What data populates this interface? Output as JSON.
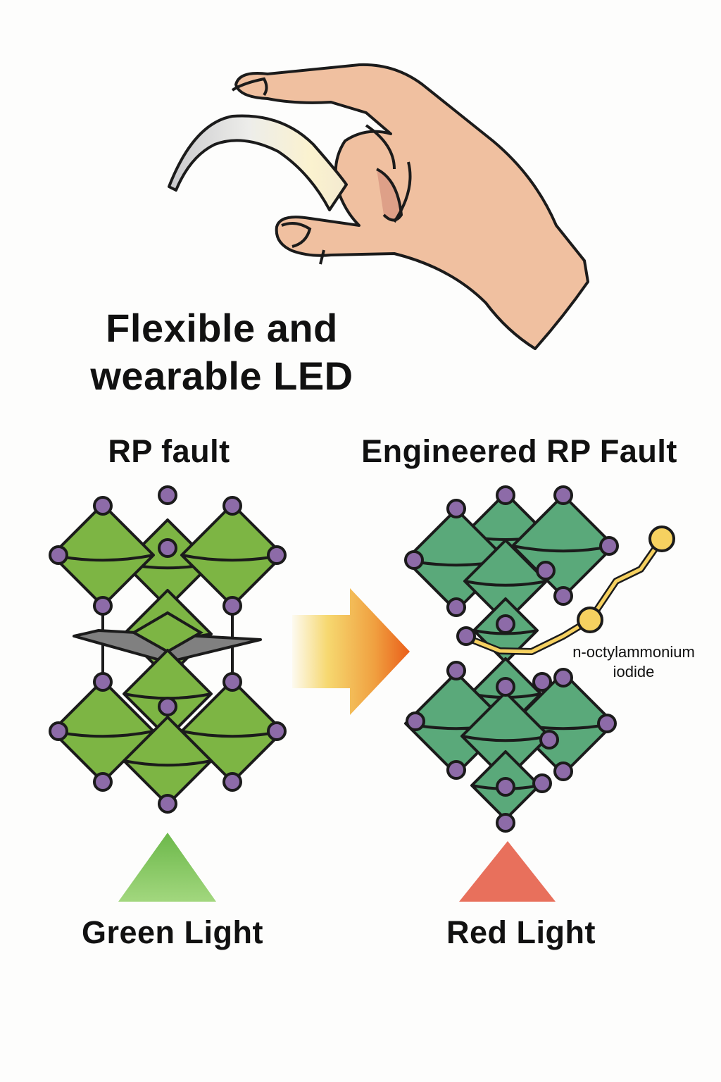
{
  "hero": {
    "title_line1": "Flexible and",
    "title_line2": "wearable LED",
    "illustration": "hand-holding-flexible-film"
  },
  "left_panel": {
    "title": "RP fault",
    "structure": "perovskite-octahedra-with-gray-layer",
    "emission_caption": "Green Light",
    "emission_color": "#7cbd4c"
  },
  "transition_arrow": {
    "icon": "gradient-arrow-right",
    "colors": [
      "#fbeec4",
      "#f2c24e",
      "#ec6a1e"
    ]
  },
  "right_panel": {
    "title": "Engineered RP Fault",
    "structure": "perovskite-octahedra-with-ligand",
    "ligand_label_line1": "n-octylammonium",
    "ligand_label_line2": "iodide",
    "emission_caption": "Red Light",
    "emission_color": "#e8705c"
  },
  "colors": {
    "octahedron_left": "#7db544",
    "octahedron_right": "#5aa97a",
    "atom": "#8d6ba8",
    "ligand": "#f6d160",
    "skin": "#f0c0a0",
    "outline": "#1b1b1b"
  }
}
